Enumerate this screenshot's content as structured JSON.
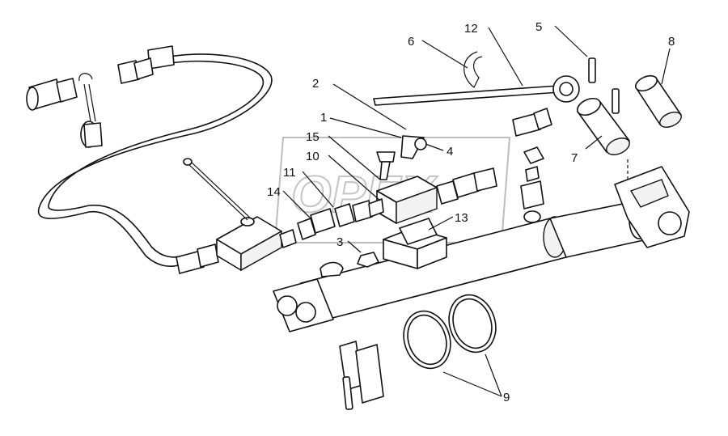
{
  "watermark": {
    "text": "OPEX"
  },
  "callouts": [
    {
      "id": "c1",
      "label": "1"
    },
    {
      "id": "c2",
      "label": "2"
    },
    {
      "id": "c3",
      "label": "3"
    },
    {
      "id": "c4",
      "label": "4"
    },
    {
      "id": "c5",
      "label": "5"
    },
    {
      "id": "c6",
      "label": "6"
    },
    {
      "id": "c7",
      "label": "7"
    },
    {
      "id": "c8",
      "label": "8"
    },
    {
      "id": "c9",
      "label": "9"
    },
    {
      "id": "c10",
      "label": "10"
    },
    {
      "id": "c11",
      "label": "11"
    },
    {
      "id": "c12",
      "label": "12"
    },
    {
      "id": "c13",
      "label": "13"
    },
    {
      "id": "c14",
      "label": "14"
    },
    {
      "id": "c15",
      "label": "15"
    }
  ]
}
